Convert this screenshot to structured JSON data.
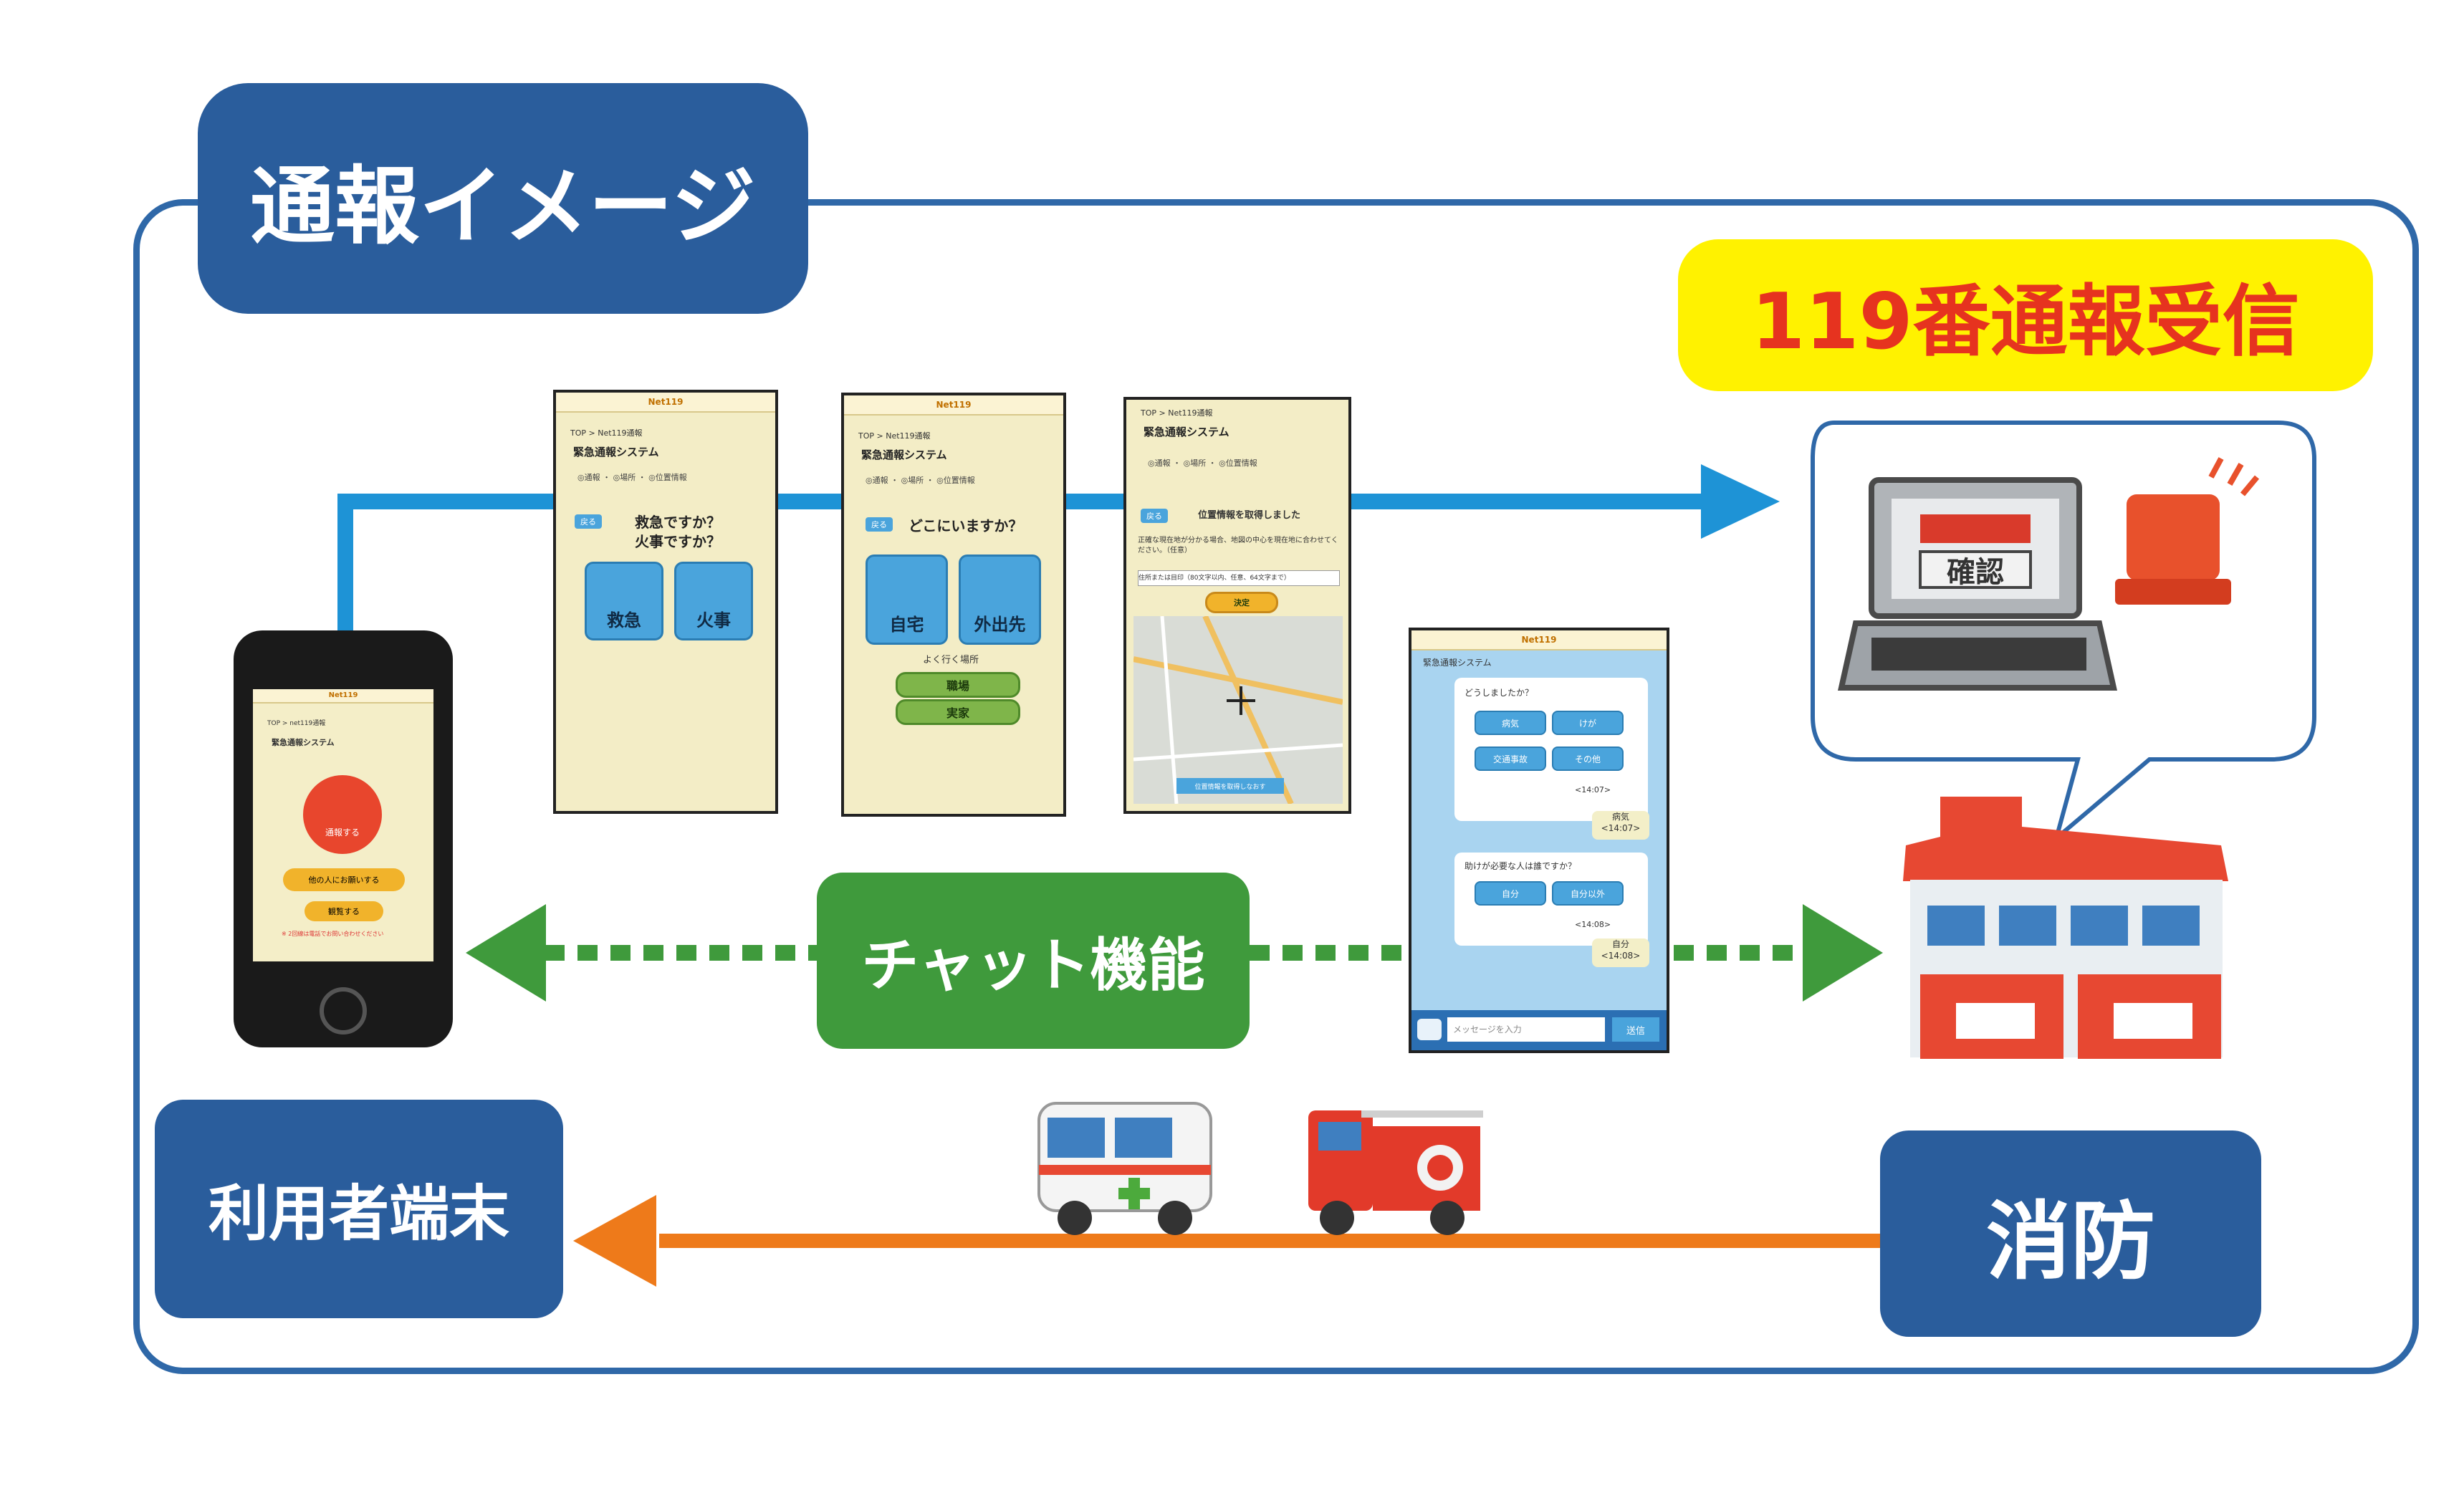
{
  "title": "通報イメージ",
  "receive_label": "119番通報受信",
  "user_label": "利用者端末",
  "fire_label": "消防",
  "chat_label": "チャット機能",
  "pc_confirm": "確認",
  "colors": {
    "blue": "#2a5d9c",
    "arrow_blue": "#1e93d6",
    "green": "#3f9a3c",
    "orange": "#ee7a1a",
    "yellow": "#fff200",
    "red": "#e6331f"
  },
  "phone": {
    "header": "Net119",
    "crumb": "TOP > net119通報",
    "brand": "緊急通報システム",
    "call_button": "通報する",
    "help_button": "他の人にお願いする",
    "watch_button": "観覧する",
    "note": "※ 2回線は電話でお問い合わせください"
  },
  "screen1": {
    "header": "Net119",
    "crumb": "TOP > Net119通報",
    "brand": "緊急通報システム",
    "steps": "◎通報 ・ ◎場所 ・ ◎位置情報",
    "back": "戻る",
    "question1": "救急ですか？",
    "question2": "火事ですか？",
    "opt1": "救急",
    "opt2": "火事"
  },
  "screen2": {
    "header": "Net119",
    "crumb": "TOP > Net119通報",
    "brand": "緊急通報システム",
    "steps": "◎通報 ・ ◎場所 ・ ◎位置情報",
    "back": "戻る",
    "question": "どこにいますか？",
    "opt1": "自宅",
    "opt2": "外出先",
    "frequent": "よく行く場所",
    "place1": "職場",
    "place2": "実家"
  },
  "screen3": {
    "crumb": "TOP > Net119通報",
    "brand": "緊急通報システム",
    "steps": "◎通報 ・ ◎場所 ・ ◎位置情報",
    "back": "戻る",
    "status": "位置情報を取得しました",
    "instructions": "正確な現在地が分かる場合、地図の中心を現在地に合わせてください。（任意）",
    "input_placeholder": "住所または目印（80文字以内、任意、64文字まで）",
    "decide": "決定",
    "map_button": "位置情報を取得しなおす"
  },
  "chat": {
    "header": "Net119",
    "brand": "緊急通報システム",
    "q1": "どうしましたか？",
    "opts1": [
      "病気",
      "けが",
      "交通事故",
      "その他"
    ],
    "time1": "<14:07>",
    "reply1": "病気",
    "reply1_time": "<14:07>",
    "q2": "助けが必要な人は誰ですか？",
    "opts2": [
      "自分",
      "自分以外"
    ],
    "time2": "<14:08>",
    "reply2": "自分",
    "reply2_time": "<14:08>",
    "input_placeholder": "メッセージを入力",
    "send": "送信"
  }
}
